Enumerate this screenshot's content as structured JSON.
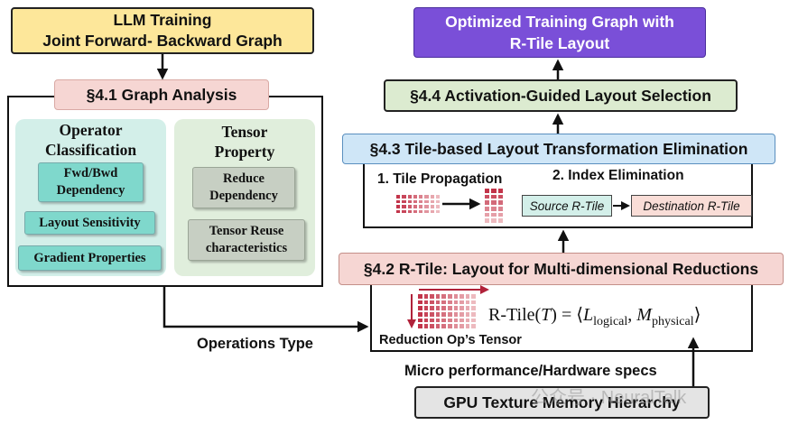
{
  "colors": {
    "yellow": "#fde79a",
    "purple": "#7a4fd8",
    "green": "#dcebd0",
    "blue": "#cfe6f7",
    "pink": "#f6d6d3",
    "teal_panel": "#d3efe9",
    "teal_pill": "#7fd8cc",
    "green_panel": "#e0eedc",
    "gray_pill": "#c7cfc3",
    "tile_red": "#c2344a",
    "tile_light": "#f2c9cc"
  },
  "top_input": {
    "line1": "LLM Training",
    "line2": "Joint Forward- Backward Graph"
  },
  "graph_analysis": {
    "title": "§4.1 Graph Analysis",
    "operator": {
      "title_line1": "Operator",
      "title_line2": "Classification",
      "items": [
        {
          "line1": "Fwd/Bwd",
          "line2": "Dependency"
        },
        {
          "line1": "Layout Sensitivity",
          "line2": ""
        },
        {
          "line1": "Gradient Properties",
          "line2": ""
        }
      ]
    },
    "tensor": {
      "title_line1": "Tensor",
      "title_line2": "Property",
      "items": [
        {
          "line1": "Reduce",
          "line2": "Dependency"
        },
        {
          "line1": "Tensor Reuse",
          "line2": "characteristics"
        }
      ]
    }
  },
  "operations_type_label": "Operations Type",
  "output": {
    "line1": "Optimized Training Graph with",
    "line2": "R-Tile Layout"
  },
  "activation": {
    "title": "§4.4 Activation-Guided Layout Selection"
  },
  "tile_elim": {
    "title": "§4.3 Tile-based Layout Transformation Elimination",
    "step1": "1. Tile Propagation",
    "step2": "2. Index Elimination",
    "source": "Source R-Tile",
    "destination": "Destination R-Tile"
  },
  "rtile": {
    "title": "§4.2 R-Tile: Layout for Multi-dimensional Reductions",
    "formula_lhs": "R-Tile(",
    "formula_T": "T",
    "formula_eq": ") = ⟨",
    "formula_L": "L",
    "formula_L_sub": "logical",
    "formula_comma": ", ",
    "formula_M": "M",
    "formula_M_sub": "physical",
    "formula_close": "⟩",
    "tensor_caption": "Reduction Op’s Tensor"
  },
  "micro_label": "Micro performance/Hardware specs",
  "gpu": {
    "title": "GPU Texture Memory Hierarchy"
  },
  "watermark": "公众号 · NeuralTalk"
}
